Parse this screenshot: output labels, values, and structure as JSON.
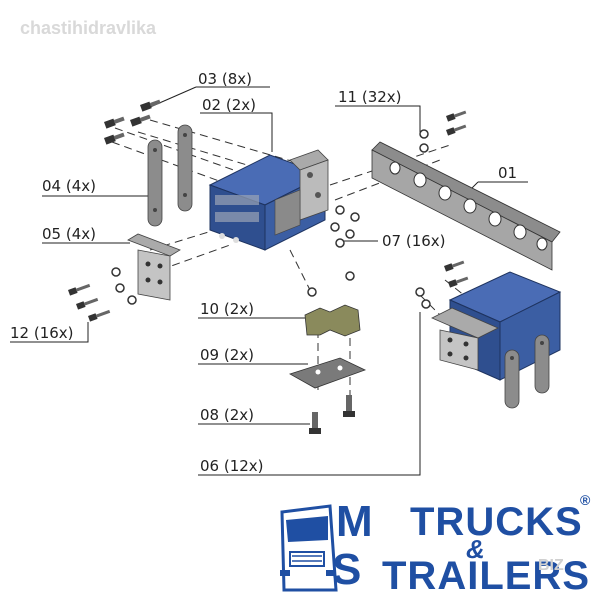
{
  "watermark": "chastihidravlika",
  "watermark_secondary": "BIZ",
  "colors": {
    "part_blue": "#2f4f8f",
    "part_blue_light": "#4a6cb5",
    "metal": "#8c8c8c",
    "metal_light": "#bdbdbd",
    "brand_blue": "#1f4fa3"
  },
  "callouts": {
    "c03": "03 (8x)",
    "c02": "02 (2x)",
    "c11": "11 (32x)",
    "c01": "01",
    "c04": "04 (4x)",
    "c05": "05 (4x)",
    "c07": "07 (16x)",
    "c12": "12 (16x)",
    "c10": "10 (2x)",
    "c09": "09 (2x)",
    "c08": "08 (2x)",
    "c06": "06 (12x)"
  },
  "logo": {
    "m": "M",
    "s": "S",
    "trucks": "TRUCKS",
    "amp": "&",
    "trailers": "TRAILERS",
    "registered": "®"
  }
}
